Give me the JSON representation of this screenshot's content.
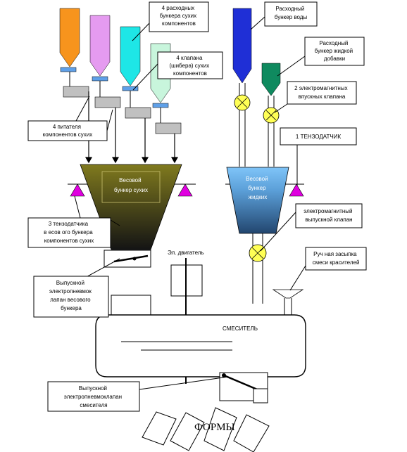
{
  "labels": {
    "dry_bins": [
      "4 расходных",
      "бункера сухих",
      "компонентов"
    ],
    "water_bin": [
      "Расходный",
      "бункер воды"
    ],
    "liquid_additive_bin": [
      "Расходный",
      "бункер жидкой",
      "добавки"
    ],
    "dry_valves": [
      "4 клапана",
      "(шибера) сухих",
      "компонентов"
    ],
    "inlet_valves": [
      "2 электромагнитных",
      "впускных клапана"
    ],
    "feeders": [
      "4 питателя",
      "компонентов сухих"
    ],
    "load_cell_liquid": [
      "1 ТЕНЗОДАТЧИК"
    ],
    "dry_weigh_hopper": [
      "Весовой",
      "бункер сухих"
    ],
    "liquid_weigh_hopper": [
      "Весовой",
      "бункер",
      "жидких"
    ],
    "load_cells_dry": [
      "3 тензодатчика",
      "в есов ого бункера",
      "компонентов сухих"
    ],
    "outlet_valve_liquid": [
      "электромагнитный",
      "выпускной клапан"
    ],
    "motor": [
      "Эл. двигатель"
    ],
    "dye_hatch": [
      "Руч ная засыпка",
      "смеси красителей"
    ],
    "dry_outlet_valve": [
      "Выпускной",
      "электропневмок",
      "лапан весового",
      "бункера"
    ],
    "mixer": [
      "СМЕСИТЕЛЬ"
    ],
    "mixer_outlet_valve": [
      "Выпускной",
      "электропневмоклапан",
      "смесителя"
    ],
    "molds": [
      "ФОРМЫ"
    ]
  },
  "colors": {
    "dry_bin_orange": "#f7941d",
    "dry_bin_violet": "#e59bf0",
    "dry_bin_cyan": "#1ee6e6",
    "dry_bin_mint": "#c8f5dc",
    "water_bin": "#1f2fd6",
    "liquid_bin": "#0f8a5f",
    "valve_fill": "#ffff55",
    "load_cell": "#e000e0",
    "dry_hopper_top": "#807a1e",
    "dry_hopper_bottom": "#141414",
    "liquid_hopper_top": "#7fc4f8",
    "liquid_hopper_bottom": "#22466f",
    "shutter": "#5fa0e8"
  }
}
